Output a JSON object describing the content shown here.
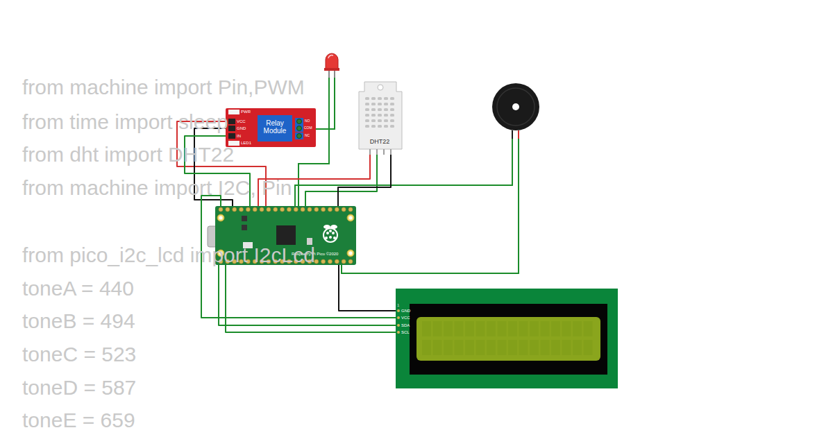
{
  "diagram": {
    "nodes": [
      {
        "text": [
          "PWR",
          "VCC",
          "GND",
          "IN",
          "LED1",
          "Relay Module",
          "NO",
          "COM",
          "NC"
        ]
      },
      {
        "text": [
          "DHT22"
        ]
      },
      {
        "text": [
          "Raspberry Pi Pico ©2020"
        ]
      },
      {
        "text": [
          "1",
          "GND",
          "VCC",
          "SDA",
          "SCL"
        ]
      }
    ],
    "edges": [
      {
        "from": 0,
        "to": 2,
        "arrow": "none"
      },
      {
        "from": 0,
        "to": 2,
        "arrow": "none"
      },
      {
        "from": 0,
        "to": 2,
        "arrow": "none"
      },
      {
        "from": 1,
        "to": 2,
        "arrow": "none"
      },
      {
        "from": 1,
        "to": 2,
        "arrow": "none"
      },
      {
        "from": 1,
        "to": 2,
        "arrow": "none"
      },
      {
        "from": 2,
        "to": 3,
        "arrow": "none"
      },
      {
        "from": 2,
        "to": 3,
        "arrow": "none"
      },
      {
        "from": 2,
        "to": 3,
        "arrow": "none"
      },
      {
        "from": 2,
        "to": 3,
        "arrow": "none"
      }
    ],
    "labels": [
      "from machine import Pin,PWM",
      "from time import sleep",
      "from dht import DHT22",
      "from machine import I2C, Pin",
      "from pico_i2c_lcd import I2cLcd",
      "toneA = 440",
      "toneB = 494",
      "toneC = 523",
      "toneD = 587",
      "toneE = 659"
    ]
  }
}
